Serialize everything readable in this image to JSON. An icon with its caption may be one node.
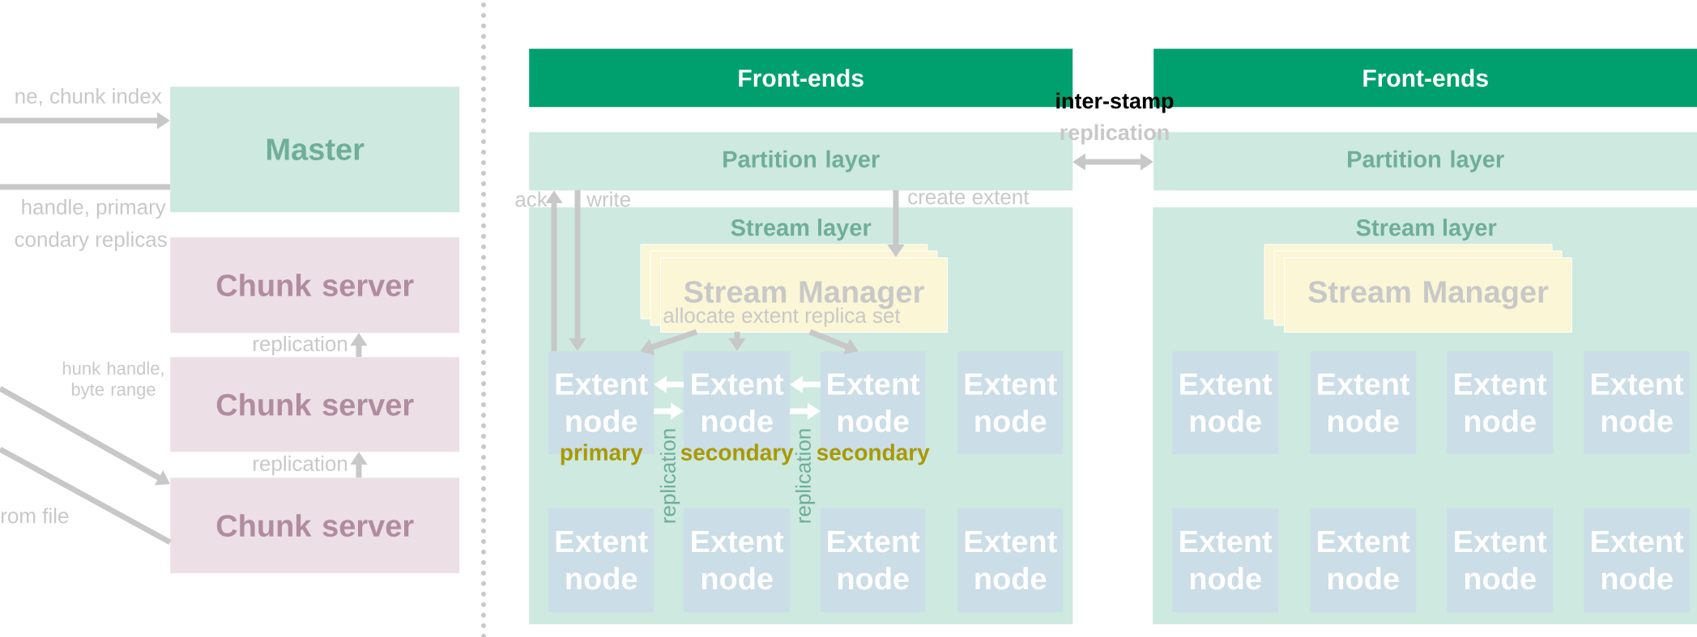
{
  "diagram": {
    "nodes": [
      {
        "text": [
          "Master"
        ]
      },
      {
        "text": [
          "Chunk server"
        ]
      },
      {
        "text": [
          "Chunk server"
        ]
      },
      {
        "text": [
          "Chunk server"
        ]
      },
      {
        "text": [
          "Front-ends"
        ]
      },
      {
        "text": [
          "Front-ends"
        ]
      },
      {
        "text": [
          "Partition layer"
        ]
      },
      {
        "text": [
          "Stream layer"
        ]
      },
      {
        "text": [
          "Stream Manager"
        ],
        "in": 7
      },
      {
        "text": [
          "Extent node"
        ],
        "in": 7,
        "beside": [
          "primary"
        ]
      },
      {
        "text": [
          "Extent node"
        ],
        "in": 7,
        "beside": [
          "secondary"
        ]
      },
      {
        "text": [
          "Extent node"
        ],
        "in": 7,
        "beside": [
          "secondary"
        ]
      },
      {
        "text": [
          "Extent node"
        ],
        "in": 7
      },
      {
        "text": [
          "Extent node"
        ],
        "in": 7
      },
      {
        "text": [
          "Extent node"
        ],
        "in": 7
      },
      {
        "text": [
          "Extent node"
        ],
        "in": 7
      },
      {
        "text": [
          "Extent node"
        ],
        "in": 7
      },
      {
        "text": [
          "Partition layer"
        ]
      },
      {
        "text": [
          "Stream layer"
        ]
      },
      {
        "text": [
          "Stream Manager"
        ],
        "in": 18
      },
      {
        "text": [
          "Extent node"
        ],
        "in": 18
      },
      {
        "text": [
          "Extent node"
        ],
        "in": 18
      },
      {
        "text": [
          "Extent node"
        ],
        "in": 18
      },
      {
        "text": [
          "Extent node"
        ],
        "in": 18
      },
      {
        "text": [
          "Extent node"
        ],
        "in": 18
      },
      {
        "text": [
          "Extent node"
        ],
        "in": 18
      },
      {
        "text": [
          "Extent node"
        ],
        "in": 18
      },
      {
        "text": [
          "Extent node"
        ],
        "in": 18
      }
    ],
    "edges": [
      {
        "from": null,
        "to": 0,
        "arrow": "to",
        "label": "ne, chunk index"
      },
      {
        "from": 0,
        "to": null,
        "arrow": "none"
      },
      {
        "from": null,
        "to": 3,
        "arrow": "to",
        "label": "hunk handle, byte range"
      },
      {
        "from": 3,
        "to": null,
        "arrow": "none",
        "label": "rom file"
      },
      {
        "from": 2,
        "to": 1,
        "arrow": "to",
        "label": "replication"
      },
      {
        "from": 3,
        "to": 2,
        "arrow": "to",
        "label": "replication"
      },
      {
        "from": 9,
        "to": 6,
        "arrow": "to",
        "label": "ack"
      },
      {
        "from": 6,
        "to": 9,
        "arrow": "to",
        "label": "write"
      },
      {
        "from": 6,
        "to": 8,
        "arrow": "to",
        "label": "create extent"
      },
      {
        "from": 8,
        "to": 9,
        "arrow": "to"
      },
      {
        "from": 8,
        "to": 10,
        "arrow": "to"
      },
      {
        "from": 8,
        "to": 11,
        "arrow": "to"
      },
      {
        "from": 10,
        "to": 9,
        "arrow": "to",
        "color": "#ffffff"
      },
      {
        "from": 9,
        "to": 10,
        "arrow": "to",
        "color": "#ffffff"
      },
      {
        "from": 11,
        "to": 10,
        "arrow": "to",
        "color": "#ffffff"
      },
      {
        "from": 10,
        "to": 11,
        "arrow": "to",
        "color": "#ffffff"
      },
      {
        "from": 6,
        "to": 17,
        "arrow": "both"
      }
    ],
    "labels": [
      "handle, primary",
      "condary replicas",
      "allocate extent replica set",
      "replication",
      "replication",
      "inter-stamp",
      "replication"
    ]
  }
}
